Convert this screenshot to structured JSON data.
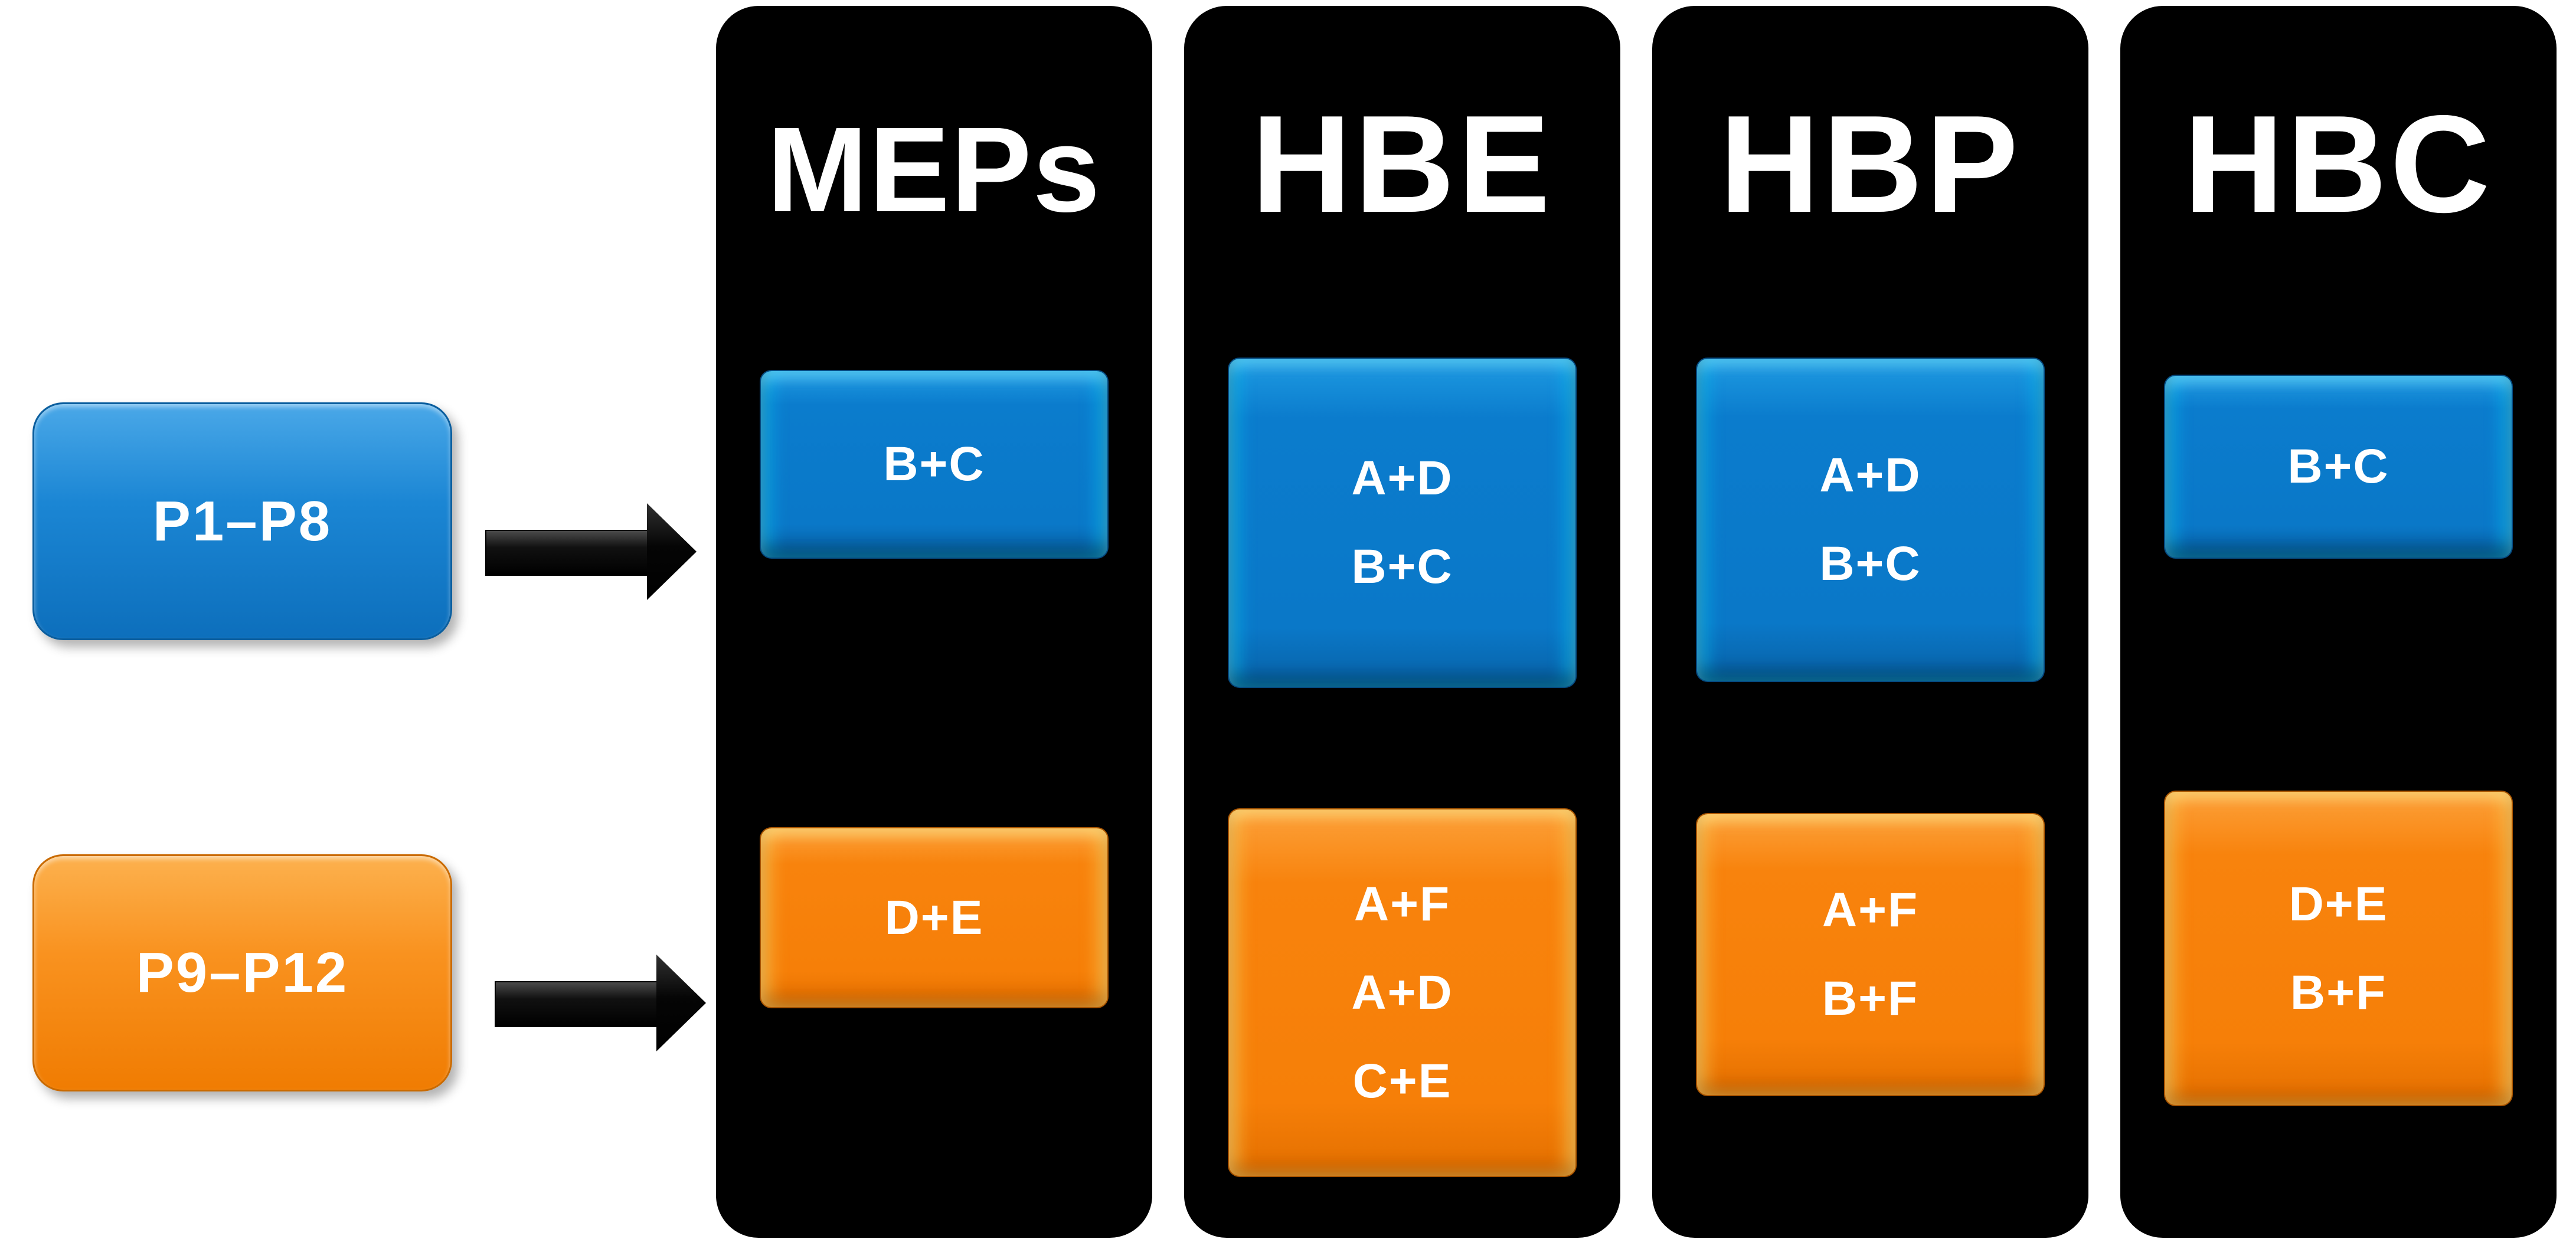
{
  "palette": {
    "page_bg": "#ffffff",
    "panel_bg": "#000000",
    "blue": "#0b7ccd",
    "blue_highlight": "#0cc3fa",
    "orange": "#f8830d",
    "orange_highlight": "#ffd24e",
    "text": "#ffffff",
    "arrow": "#000000"
  },
  "sources": [
    {
      "label": "P1–P8",
      "color": "blue"
    },
    {
      "label": "P9–P12",
      "color": "orange"
    }
  ],
  "columns": [
    {
      "title": "MEPs",
      "blue_box": {
        "lines": [
          "B+C"
        ]
      },
      "orange_box": {
        "lines": [
          "D+E"
        ]
      }
    },
    {
      "title": "HBE",
      "blue_box": {
        "lines": [
          "A+D",
          "B+C"
        ]
      },
      "orange_box": {
        "lines": [
          "A+F",
          "A+D",
          "C+E"
        ]
      }
    },
    {
      "title": "HBP",
      "blue_box": {
        "lines": [
          "A+D",
          "B+C"
        ]
      },
      "orange_box": {
        "lines": [
          "A+F",
          "B+F"
        ]
      }
    },
    {
      "title": "HBC",
      "blue_box": {
        "lines": [
          "B+C"
        ]
      },
      "orange_box": {
        "lines": [
          "D+E",
          "B+F"
        ]
      }
    }
  ]
}
